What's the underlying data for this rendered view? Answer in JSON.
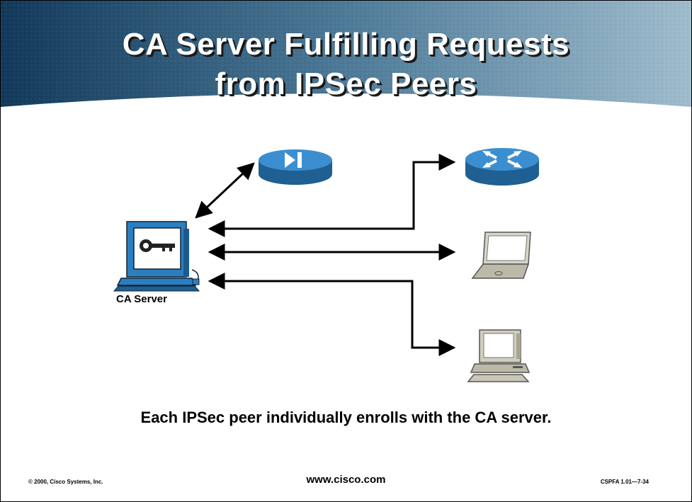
{
  "title": {
    "line1": "CA Server Fulfilling Requests",
    "line2": "from IPSec Peers"
  },
  "diagram": {
    "server_label": "CA Server",
    "nodes": [
      {
        "name": "ca-server",
        "icon": "ca-server-icon"
      },
      {
        "name": "pix-firewall",
        "icon": "pix-firewall-icon"
      },
      {
        "name": "router",
        "icon": "router-icon"
      },
      {
        "name": "laptop",
        "icon": "laptop-icon"
      },
      {
        "name": "workstation",
        "icon": "workstation-icon"
      }
    ]
  },
  "caption": "Each IPSec peer individually enrolls with the CA server.",
  "footer": {
    "copyright": "© 2000, Cisco Systems, Inc.",
    "url": "www.cisco.com",
    "course": "CSPFA 1.01—7-34"
  },
  "colors": {
    "banner_dark": "#13446a",
    "banner_light": "#7fa3bb",
    "device_blue": "#2b7fc0",
    "device_beige": "#c9c6b6"
  }
}
